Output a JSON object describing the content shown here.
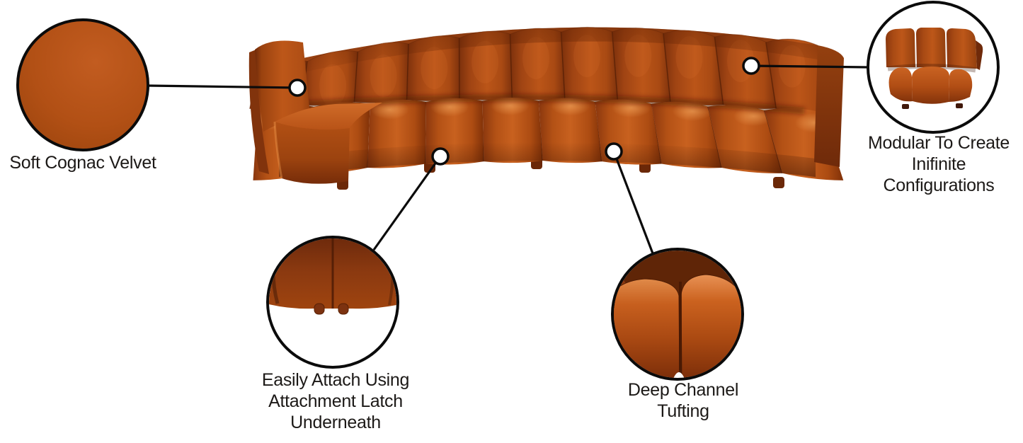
{
  "page": {
    "kind": "product-feature-infographic",
    "background": "#ffffff"
  },
  "product": {
    "name": "cognac-velvet-curved-modular-sectional-sofa",
    "modules_visible": 4
  },
  "colors": {
    "velvet": "#b5521b",
    "velvet_light": "#c8611f",
    "velvet_dark": "#7d310c",
    "outline": "#0b0b0b",
    "text": "#1c1917",
    "background": "#ffffff"
  },
  "callouts": {
    "fabric": {
      "image": "cognac-velvet-swatch",
      "label_lines": [
        "Soft Cognac Velvet"
      ]
    },
    "modular": {
      "image": "single-modular-chair",
      "label_lines": [
        "Modular To Create",
        "Inifinite",
        "Configurations"
      ]
    },
    "latch": {
      "image": "module-underside-attachment-closeup",
      "label_lines": [
        "Easily Attach Using",
        "Attachment Latch",
        "Underneath"
      ]
    },
    "tufting": {
      "image": "channel-tufting-closeup",
      "label_lines": [
        "Deep Channel",
        "Tufting"
      ]
    }
  }
}
